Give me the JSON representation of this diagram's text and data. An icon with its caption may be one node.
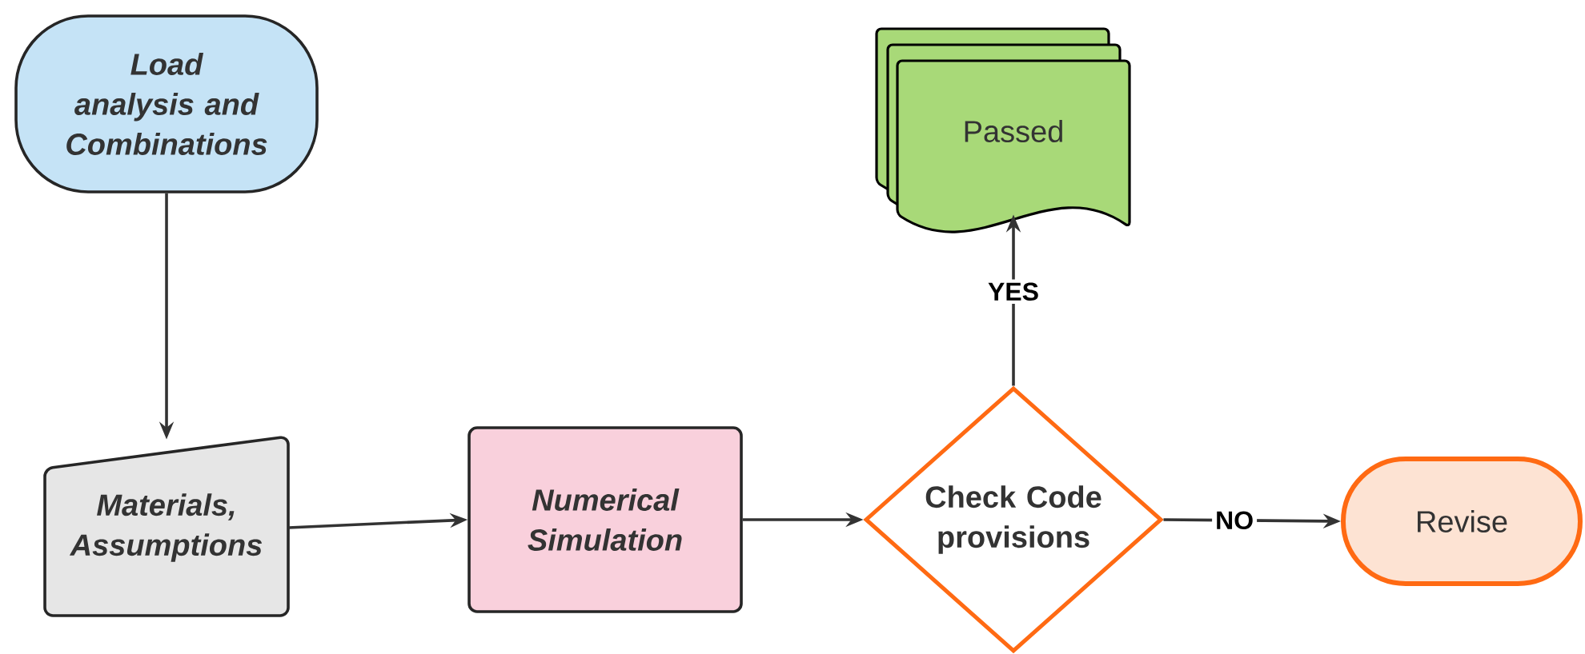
{
  "diagram": {
    "nodes": [
      {
        "text": [
          "Load analysis and Combinations"
        ]
      },
      {
        "text": [
          "Materials, Assumptions"
        ]
      },
      {
        "text": [
          "Numerical Simulation"
        ]
      },
      {
        "text": [
          "Check Code provisions"
        ]
      },
      {
        "text": [
          "Passed"
        ]
      },
      {
        "text": [
          "Revise"
        ]
      }
    ],
    "edges": [
      {
        "from": 0,
        "to": 1,
        "arrow": "to"
      },
      {
        "from": 1,
        "to": 2,
        "arrow": "to"
      },
      {
        "from": 2,
        "to": 3,
        "arrow": "to"
      },
      {
        "from": 3,
        "to": 4,
        "arrow": "to",
        "label": "YES"
      },
      {
        "from": 3,
        "to": 5,
        "arrow": "to",
        "label": "NO"
      }
    ]
  }
}
